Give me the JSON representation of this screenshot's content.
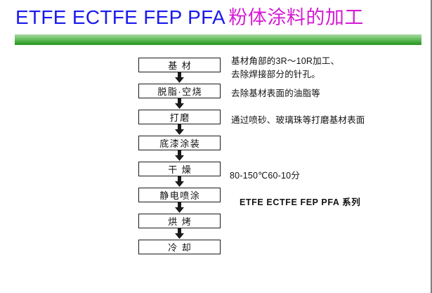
{
  "slide": {
    "title": {
      "latin": "ETFE ECTFE FEP PFA",
      "cjk": "粉体涂料的加工",
      "latin_color": "#1a1aee",
      "cjk_color": "#d41ad4"
    },
    "divider": {
      "color_top": "#a6d9a0",
      "color_bottom": "#2e9327"
    }
  },
  "flowchart": {
    "type": "process-flow",
    "orientation": "vertical",
    "steps": [
      {
        "label": "基  材"
      },
      {
        "label": "脱脂·空烧"
      },
      {
        "label": "打磨"
      },
      {
        "label": "底漆涂装"
      },
      {
        "label": "干  燥"
      },
      {
        "label": "静电喷涂"
      },
      {
        "label": "烘  烤"
      },
      {
        "label": "冷  却"
      }
    ],
    "arrow_icon": "down-arrow-icon"
  },
  "notes": {
    "substrate_line1": "基材角部的3R～10R加工、",
    "substrate_line2": "去除焊接部分的针孔。",
    "degrease": "去除基材表面的油脂等",
    "grinding": "通过喷砂、玻璃珠等打磨基材表面",
    "drying": "80-150℃60-10分",
    "spray": "ETFE ECTFE FEP PFA  系列"
  }
}
